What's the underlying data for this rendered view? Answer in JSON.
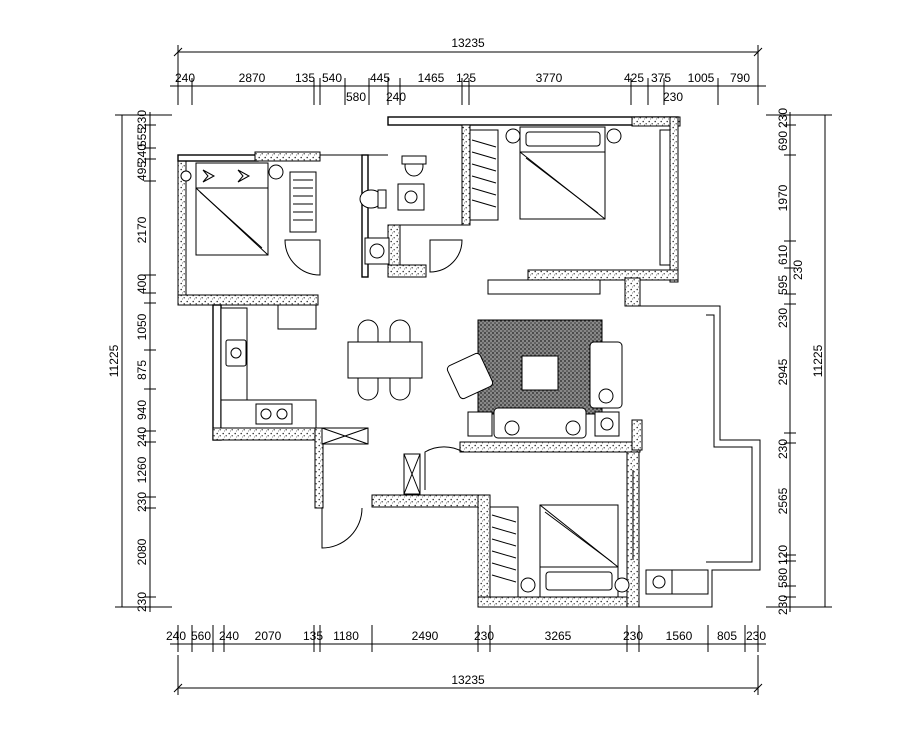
{
  "dimensions": {
    "top_total": "13235",
    "top": [
      {
        "label": "240"
      },
      {
        "label": "2870"
      },
      {
        "label": "135"
      },
      {
        "label": "540"
      },
      {
        "label": "445"
      },
      {
        "label": "1465"
      },
      {
        "label": "125"
      },
      {
        "label": "3770"
      },
      {
        "label": "425"
      },
      {
        "label": "375"
      },
      {
        "label": "1005"
      },
      {
        "label": "790"
      }
    ],
    "top_sub": [
      {
        "label": "580"
      },
      {
        "label": "240"
      },
      {
        "label": "230"
      }
    ],
    "bottom_total": "13235",
    "bottom": [
      {
        "label": "240"
      },
      {
        "label": "560"
      },
      {
        "label": "240"
      },
      {
        "label": "2070"
      },
      {
        "label": "135"
      },
      {
        "label": "1180"
      },
      {
        "label": "2490"
      },
      {
        "label": "230"
      },
      {
        "label": "3265"
      },
      {
        "label": "230"
      },
      {
        "label": "1560"
      },
      {
        "label": "805"
      },
      {
        "label": "230"
      }
    ],
    "left_total": "11225",
    "left": [
      {
        "label": "230"
      },
      {
        "label": "555"
      },
      {
        "label": "240"
      },
      {
        "label": "495"
      },
      {
        "label": "2170"
      },
      {
        "label": "400"
      },
      {
        "label": "1050"
      },
      {
        "label": "875"
      },
      {
        "label": "940"
      },
      {
        "label": "240"
      },
      {
        "label": "1260"
      },
      {
        "label": "230"
      },
      {
        "label": "2080"
      },
      {
        "label": "230"
      }
    ],
    "right_total": "11225",
    "right": [
      {
        "label": "230"
      },
      {
        "label": "690"
      },
      {
        "label": "1970"
      },
      {
        "label": "610"
      },
      {
        "label": "595"
      },
      {
        "label": "230"
      },
      {
        "label": "2945"
      },
      {
        "label": "230"
      },
      {
        "label": "2565"
      },
      {
        "label": "120"
      },
      {
        "label": "580"
      },
      {
        "label": "230"
      }
    ],
    "right_extra": "230"
  },
  "colors": {
    "line": "#000000",
    "background": "#ffffff",
    "hatch": "#555555"
  }
}
